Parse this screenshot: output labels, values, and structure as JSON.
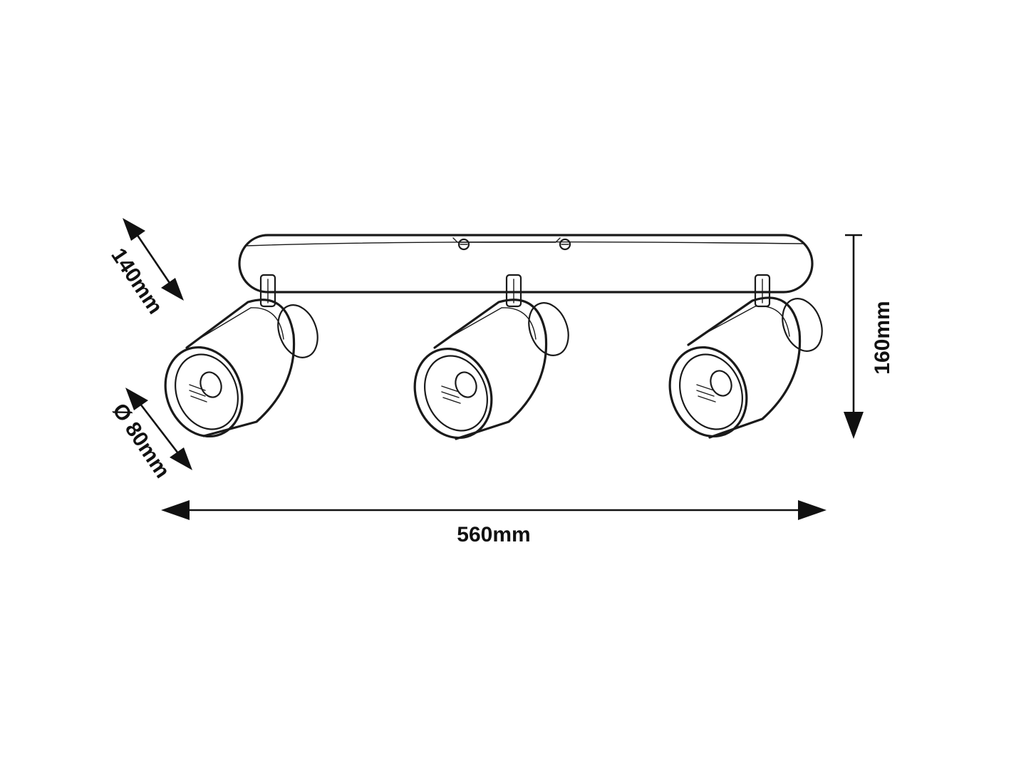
{
  "dimensions": {
    "depth": "140mm",
    "diameter": "Ø 80mm",
    "height": "160mm",
    "width": "560mm"
  },
  "colors": {
    "line": "#1a1a1a",
    "background": "#ffffff"
  }
}
